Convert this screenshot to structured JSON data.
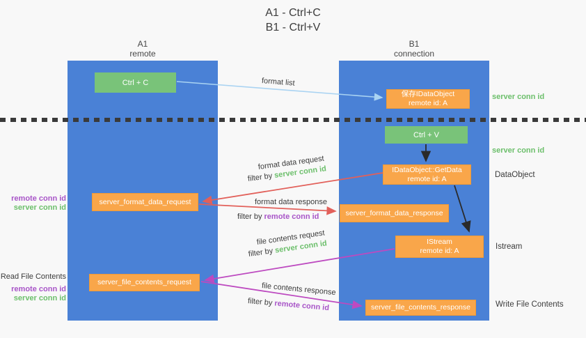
{
  "title": {
    "line1": "A1 - Ctrl+C",
    "line2": "B1 - Ctrl+V"
  },
  "lanes": {
    "a": {
      "id": "A1",
      "name": "remote"
    },
    "b": {
      "id": "B1",
      "name": "connection"
    }
  },
  "nodes": {
    "ctrl_c": {
      "label": "Ctrl + C"
    },
    "save_dataobject": {
      "line1": "保存IDataObject",
      "line2": "remote id: A"
    },
    "ctrl_v": {
      "label": "Ctrl + V"
    },
    "getdata": {
      "line1": "IDataObject::GetData",
      "line2": "remote id: A"
    },
    "format_request": {
      "label": "server_format_data_request"
    },
    "format_response": {
      "label": "server_format_data_response"
    },
    "istream": {
      "line1": "IStream",
      "line2": "remote id: A"
    },
    "file_request": {
      "label": "server_file_contents_request"
    },
    "file_response": {
      "label": "server_file_contents_response"
    }
  },
  "side_labels": {
    "server_conn_id_top": "server conn id",
    "server_conn_id_mid": "server conn id",
    "dataobject": "DataObject",
    "istream": "Istream",
    "write_file": "Write File Contents",
    "read_file": "Read File Contents",
    "remote_conn_id_1": "remote conn id",
    "server_conn_id_1": "server conn id",
    "remote_conn_id_2": "remote conn id",
    "server_conn_id_2": "server conn id"
  },
  "arrows": {
    "format_list": "format list",
    "format_data_request": "format data request",
    "format_data_response": "format data response",
    "file_contents_request": "file contents request",
    "file_contents_response": "file contents response",
    "filter_by": "filter by",
    "server_conn_id": "server conn id",
    "remote_conn_id": "remote conn id"
  },
  "colors": {
    "lane_blue": "#4a81d6",
    "node_green": "#79c379",
    "node_orange": "#f9a64a",
    "text_green": "#6cbf6b",
    "text_purple": "#a855c8",
    "arrow_red": "#e2605a",
    "arrow_magenta": "#bd4ac0",
    "arrow_light_blue": "#a9d3f2",
    "arrow_black": "#2a2a2a"
  }
}
